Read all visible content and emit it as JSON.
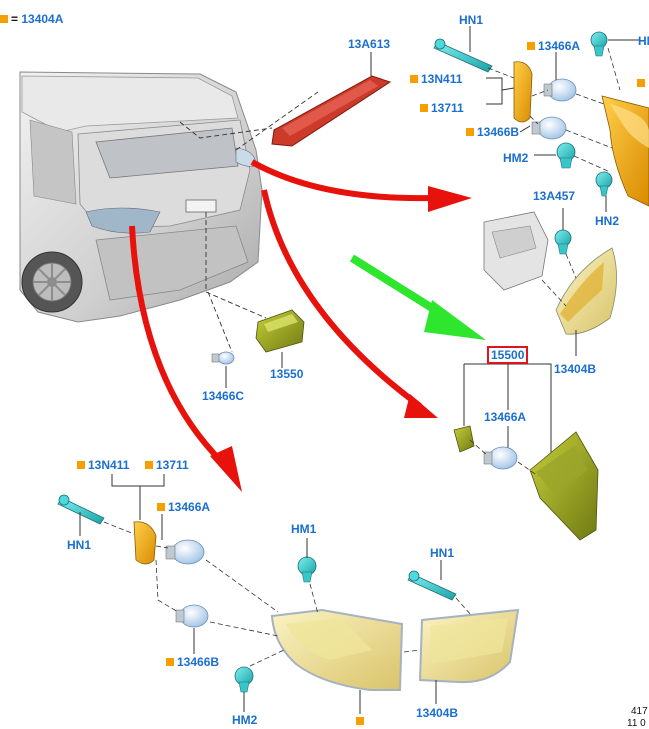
{
  "legend": {
    "eq": "=",
    "code": "13404A"
  },
  "labels": {
    "13A613": "13A613",
    "HN1": "HN1",
    "13466A": "13466A",
    "HN_partial": "HN",
    "13N411": "13N411",
    "13711": "13711",
    "13466B": "13466B",
    "HM2": "HM2",
    "13A457": "13A457",
    "HN2": "HN2",
    "15500": "15500",
    "13404B": "13404B",
    "13466C": "13466C",
    "13550": "13550",
    "HM1": "HM1"
  },
  "corner": {
    "page": "417",
    "sub": "11 0"
  },
  "colors": {
    "label_blue": "#1a6fcf",
    "marker_orange": "#f5a000",
    "arrow_red": "#e8120c",
    "arrow_green": "#2de62d",
    "highlight": "#e0141c"
  }
}
